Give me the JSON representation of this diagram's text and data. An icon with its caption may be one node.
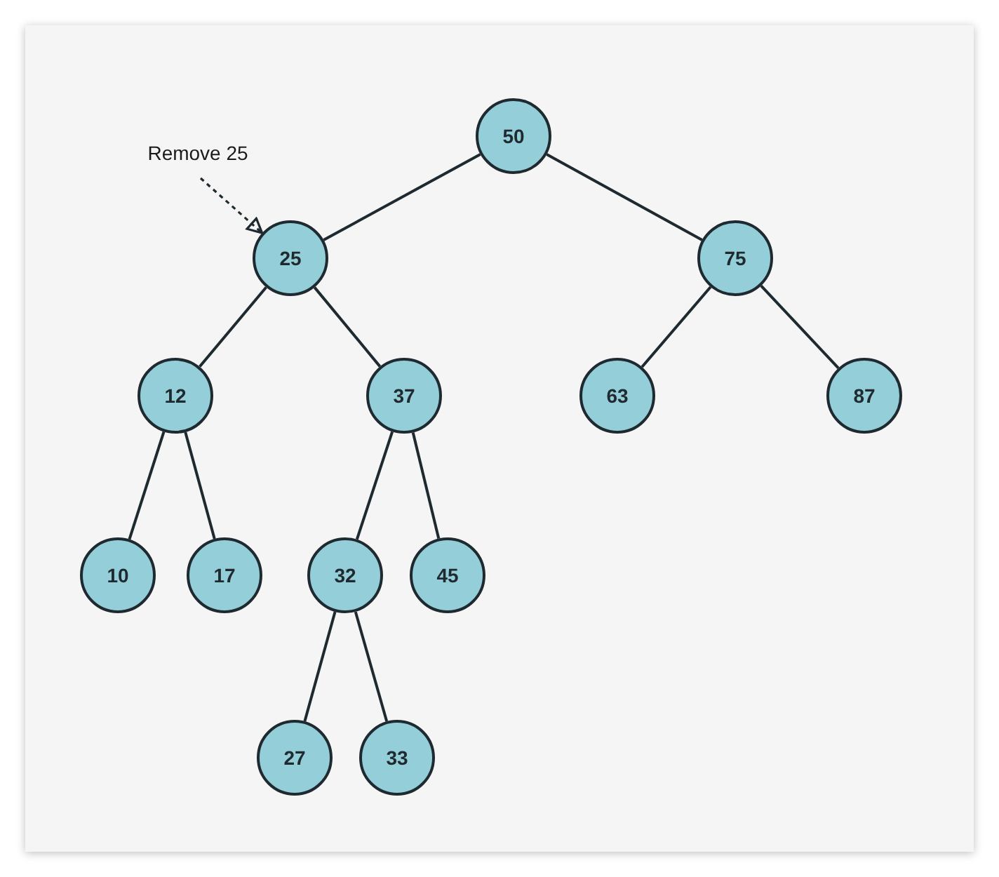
{
  "diagram": {
    "nodes": [
      {
        "text": [
          "Remove 25"
        ]
      },
      {
        "text": [
          "50"
        ]
      },
      {
        "text": [
          "25"
        ]
      },
      {
        "text": [
          "75"
        ]
      },
      {
        "text": [
          "12"
        ]
      },
      {
        "text": [
          "37"
        ]
      },
      {
        "text": [
          "63"
        ]
      },
      {
        "text": [
          "87"
        ]
      },
      {
        "text": [
          "10"
        ]
      },
      {
        "text": [
          "17"
        ]
      },
      {
        "text": [
          "32"
        ]
      },
      {
        "text": [
          "45"
        ]
      },
      {
        "text": [
          "27"
        ]
      },
      {
        "text": [
          "33"
        ]
      }
    ],
    "edges": [
      {
        "from": 0,
        "to": 2,
        "arrow": "to",
        "style": "dashed"
      },
      {
        "from": 1,
        "to": 2,
        "arrow": "none"
      },
      {
        "from": 1,
        "to": 3,
        "arrow": "none"
      },
      {
        "from": 2,
        "to": 4,
        "arrow": "none"
      },
      {
        "from": 2,
        "to": 5,
        "arrow": "none"
      },
      {
        "from": 3,
        "to": 6,
        "arrow": "none"
      },
      {
        "from": 3,
        "to": 7,
        "arrow": "none"
      },
      {
        "from": 4,
        "to": 8,
        "arrow": "none"
      },
      {
        "from": 4,
        "to": 9,
        "arrow": "none"
      },
      {
        "from": 5,
        "to": 10,
        "arrow": "none"
      },
      {
        "from": 5,
        "to": 11,
        "arrow": "none"
      },
      {
        "from": 10,
        "to": 12,
        "arrow": "none"
      },
      {
        "from": 10,
        "to": 13,
        "arrow": "none"
      }
    ]
  }
}
